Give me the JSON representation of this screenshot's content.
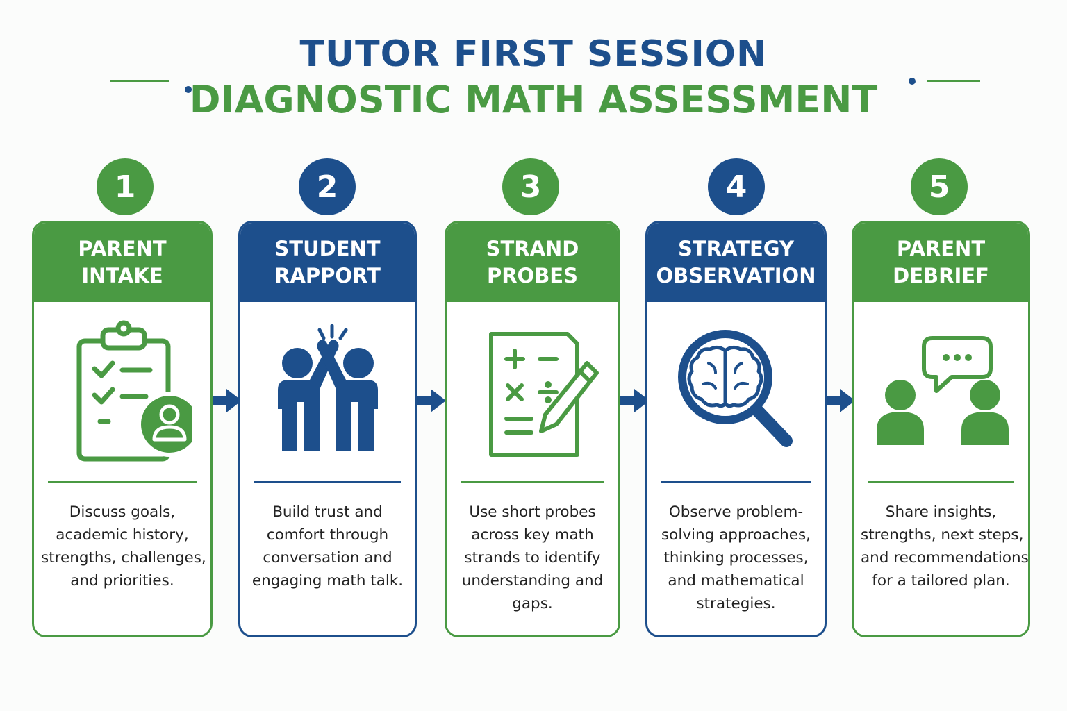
{
  "header": {
    "title_line1": "TUTOR FIRST SESSION",
    "title_line2": "DIAGNOSTIC MATH ASSESSMENT"
  },
  "colors": {
    "green": "#4a9a43",
    "blue": "#1d4f8c"
  },
  "steps": [
    {
      "number": "1",
      "title_lines": [
        "PARENT",
        "INTAKE"
      ],
      "color": "green",
      "icon": "clipboard-checklist-person-icon",
      "description_lines": [
        "Discuss goals,",
        "academic history,",
        "strengths, challenges,",
        "and priorities."
      ]
    },
    {
      "number": "2",
      "title_lines": [
        "STUDENT",
        "RAPPORT"
      ],
      "color": "blue",
      "icon": "high-five-icon",
      "description_lines": [
        "Build trust and",
        "comfort through",
        "conversation and",
        "engaging math talk."
      ]
    },
    {
      "number": "3",
      "title_lines": [
        "STRAND",
        "PROBES"
      ],
      "color": "green",
      "icon": "math-worksheet-pencil-icon",
      "description_lines": [
        "Use short probes",
        "across key math",
        "strands to identify",
        "understanding and",
        "gaps."
      ]
    },
    {
      "number": "4",
      "title_lines": [
        "STRATEGY",
        "OBSERVATION"
      ],
      "color": "blue",
      "icon": "magnifier-brain-icon",
      "description_lines": [
        "Observe problem-",
        "solving approaches,",
        "thinking processes,",
        "and mathematical",
        "strategies."
      ]
    },
    {
      "number": "5",
      "title_lines": [
        "PARENT",
        "DEBRIEF"
      ],
      "color": "green",
      "icon": "conversation-people-icon",
      "description_lines": [
        "Share insights,",
        "strengths, next steps,",
        "and recommendations",
        "for a tailored plan."
      ]
    }
  ]
}
